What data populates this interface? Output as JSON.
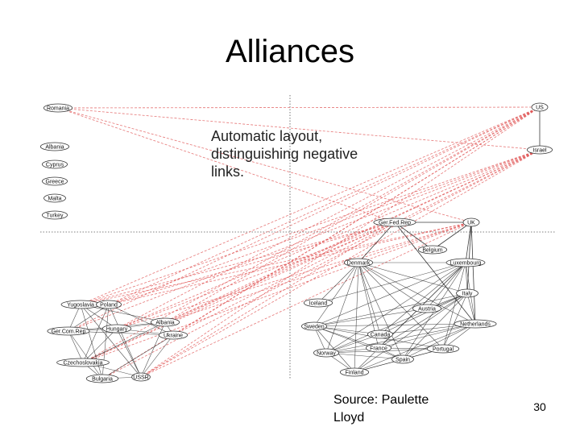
{
  "slide": {
    "title": "Alliances",
    "annotation_lines": [
      "Automatic layout,",
      "distinguishing negative",
      "links."
    ],
    "source_lines": [
      "Source: Paulette",
      "Lloyd"
    ],
    "page_number": "30"
  },
  "colors": {
    "positive_edge": "#1a1a1a",
    "negative_edge": "#e05555",
    "node_stroke": "#333333"
  },
  "network": {
    "nodes": [
      {
        "id": "romania",
        "label": "Romania"
      },
      {
        "id": "albania",
        "label": "Albania"
      },
      {
        "id": "cyprus",
        "label": "Cyprus"
      },
      {
        "id": "greece",
        "label": "Greece"
      },
      {
        "id": "malta",
        "label": "Malta"
      },
      {
        "id": "turkey",
        "label": "Turkey"
      },
      {
        "id": "us",
        "label": "US"
      },
      {
        "id": "israel",
        "label": "Israel"
      },
      {
        "id": "gerfedrep",
        "label": "Ger.Fed.Rep"
      },
      {
        "id": "uk",
        "label": "UK"
      },
      {
        "id": "belgium",
        "label": "Belgium"
      },
      {
        "id": "denmark",
        "label": "Denmark"
      },
      {
        "id": "luxembourg",
        "label": "Luxembourg"
      },
      {
        "id": "iceland",
        "label": "Iceland"
      },
      {
        "id": "italy",
        "label": "Italy"
      },
      {
        "id": "sweden",
        "label": "Sweden"
      },
      {
        "id": "austria",
        "label": "Austria"
      },
      {
        "id": "netherlands",
        "label": "Netherlands"
      },
      {
        "id": "norway",
        "label": "Norway"
      },
      {
        "id": "canada",
        "label": "Canada"
      },
      {
        "id": "portugal",
        "label": "Portugal"
      },
      {
        "id": "spain",
        "label": "Spain"
      },
      {
        "id": "finland",
        "label": "Finland"
      },
      {
        "id": "france",
        "label": "France"
      },
      {
        "id": "yugoslavia",
        "label": "Yugoslavia"
      },
      {
        "id": "poland",
        "label": "Poland"
      },
      {
        "id": "gercomrep",
        "label": "Ger.Com.Rep"
      },
      {
        "id": "hungary",
        "label": "Hungary"
      },
      {
        "id": "czechoslovakia",
        "label": "Czechoslovakia"
      },
      {
        "id": "bulgaria",
        "label": "Bulgaria"
      },
      {
        "id": "ussr",
        "label": "USSR"
      },
      {
        "id": "albania2",
        "label": "Albania"
      },
      {
        "id": "ukraine",
        "label": "Ukraine"
      }
    ]
  }
}
